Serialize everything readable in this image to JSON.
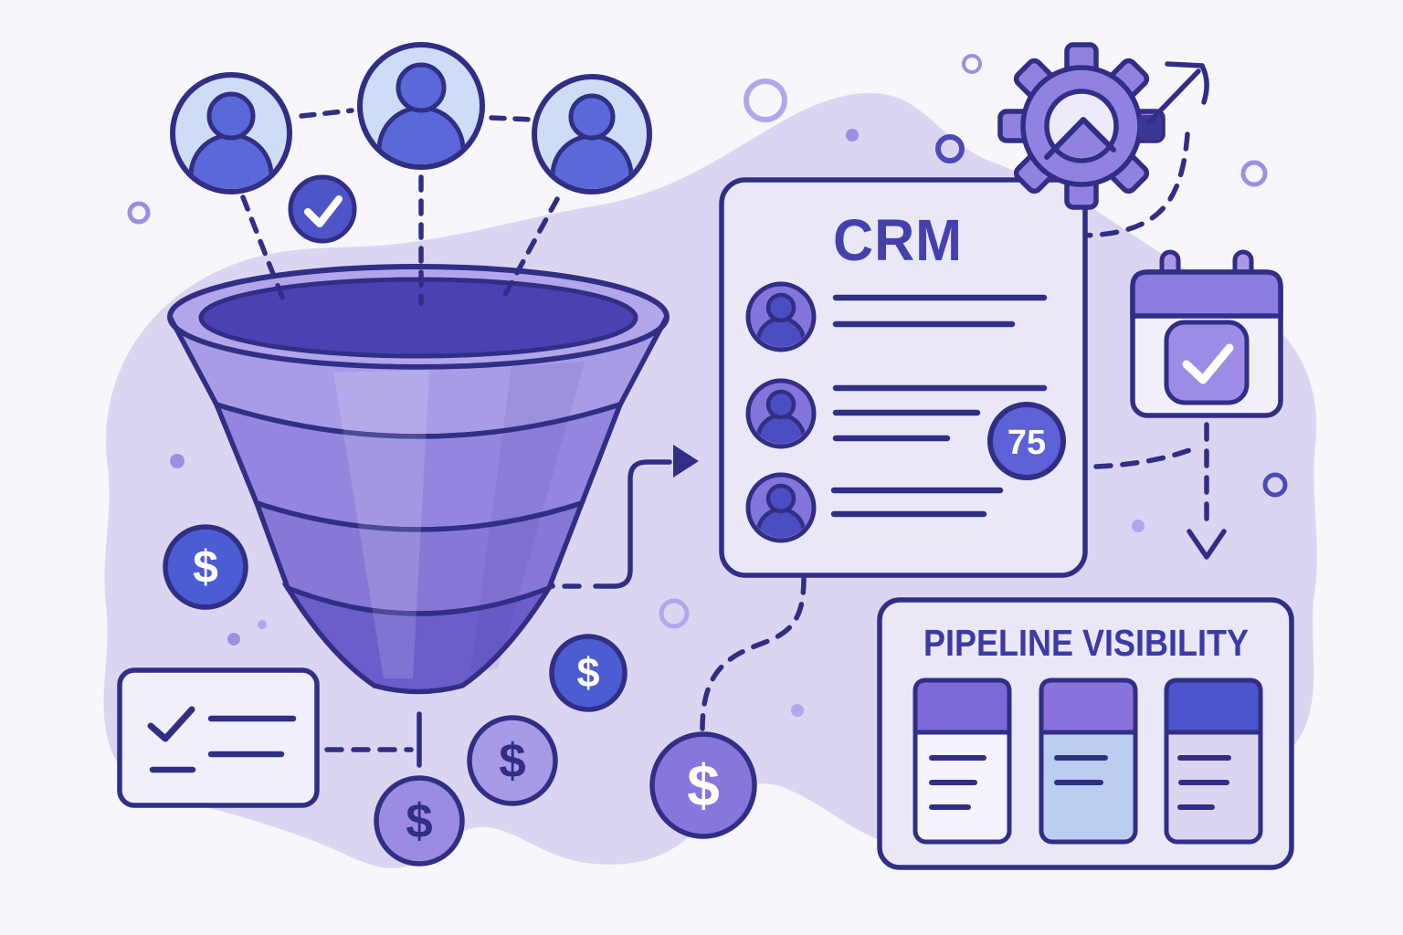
{
  "palette": {
    "bg": "#f8f6fa",
    "blob": "#dcd5f2",
    "outline": "#312e85",
    "ink": "#4441ad",
    "title_ink": "#3d3aa6",
    "card": "#eae7f7",
    "card_light": "#f1effa",
    "avatar_face": "#cfdcf6",
    "avatar_person": "#5b68d8",
    "badge_blue": "#4d55c8",
    "rim": "#b2a6ea",
    "mouth": "#4a42b2",
    "band1": "#a89ce6",
    "band2": "#9486de",
    "band3": "#8678d6",
    "band4": "#6b5eca",
    "coin_blue": "#4c5cd2",
    "coin_light": "#a79ae6",
    "coin_mid": "#9b8ce2",
    "coin_purple": "#8577dc",
    "gear_body": "#8f82e0",
    "gear_inner": "#edeafa",
    "gear_knob": "#3a3894",
    "cal_header": "#8b7ce0",
    "cal_ring": "#a99ae8",
    "check_sq": "#9d8ce6",
    "mini1_head": "#7d6ad8",
    "mini2_head": "#8a72dd",
    "mini3_head": "#4c55cb",
    "mini1_body": "#f5f3fc",
    "mini2_body": "#bccdf2",
    "mini3_body": "#dcd5f2",
    "badge75": "#5d62d6",
    "row_avatar": "#8276dc",
    "row_person": "#4b4ec2",
    "deco_light": "#b3a6ec",
    "deco_mid": "#9c8fe0",
    "deco_dark": "#4c4ab8"
  },
  "lead_avatars": {
    "count": 3
  },
  "funnel": {
    "stage_count": 4
  },
  "crm_card": {
    "title": "CRM",
    "score": "75",
    "contact_rows": 3
  },
  "pipeline_card": {
    "title": "PIPELINE VISIBILITY",
    "column_count": 3
  },
  "coin": {
    "symbol": "$",
    "count": 5
  },
  "icons": [
    "user-avatar-icon",
    "check-badge-icon",
    "funnel-icon",
    "gear-icon",
    "growth-arrow-icon",
    "calendar-check-icon",
    "dollar-coin-icon",
    "checklist-icon",
    "kanban-column-icon"
  ]
}
